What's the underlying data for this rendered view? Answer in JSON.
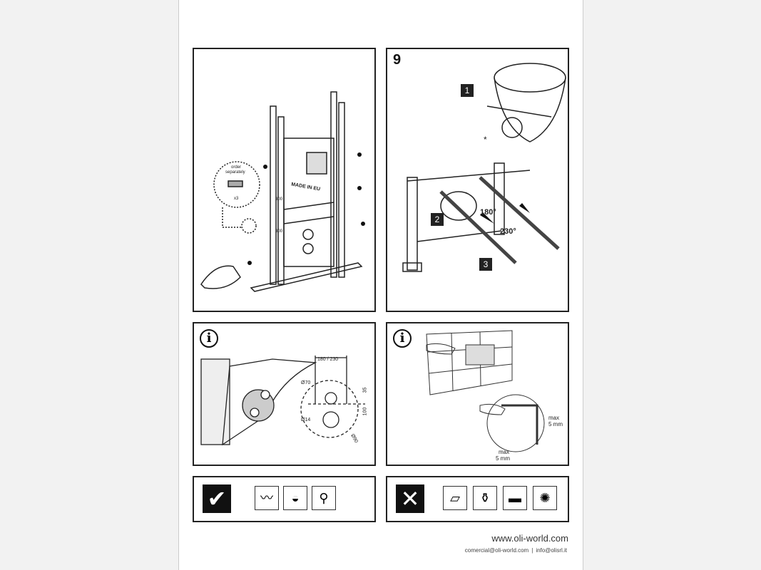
{
  "panels": {
    "frame_install": {
      "callout": {
        "line1": "order",
        "line2": "separately",
        "qty": "x3"
      },
      "frame_label": "MADE IN EU",
      "dim_upper": "300",
      "dim_lower": "300"
    },
    "step9": {
      "step_number": "9",
      "tags": [
        "1",
        "2",
        "3"
      ],
      "angle_1": "180°",
      "angle_2": "230°",
      "star": "*"
    },
    "info_dims": {
      "info_symbol": "i",
      "spacing": "180 / 230",
      "d70": "Ø70",
      "d14": "Ø14",
      "d90": "Ø90",
      "dim_35": "35",
      "dim_100": "100"
    },
    "info_tiles": {
      "info_symbol": "i",
      "max_label_1": "max",
      "max_value_1": "5 mm",
      "max_label_2": "max",
      "max_value_2": "5 mm"
    },
    "allowed": {
      "symbol": "✔",
      "icons": [
        "wipe-cloth-icon",
        "soap-sponge-icon",
        "water-tap-icon"
      ]
    },
    "forbidden": {
      "symbol": "✕",
      "icons": [
        "abrasive-paper-icon",
        "chemical-bottle-icon",
        "scouring-sponge-icon",
        "steel-wool-icon"
      ]
    }
  },
  "footer": {
    "website": "www.oli-world.com",
    "email_1": "comercial@oli-world.com",
    "separator": "|",
    "email_2": "info@olisrl.it"
  }
}
